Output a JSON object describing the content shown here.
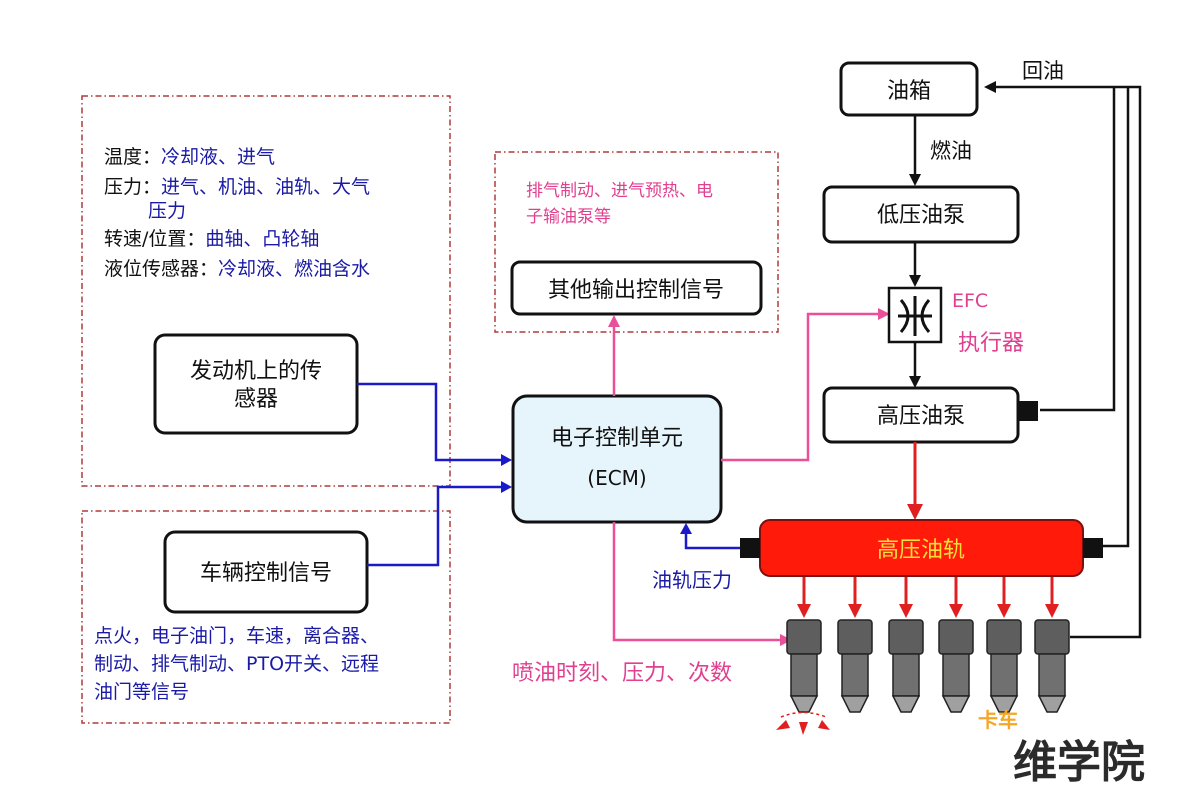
{
  "sensor_panel": {
    "lines": [
      {
        "label": "温度：",
        "value": "冷却液、进气"
      },
      {
        "label": "压力：",
        "value": "进气、机油、油轨、大气"
      },
      {
        "label": "",
        "value": "压力"
      },
      {
        "label": "转速/位置：",
        "value": "曲轴、凸轮轴"
      },
      {
        "label": "液位传感器：",
        "value": "冷却液、燃油含水"
      }
    ],
    "box_line1": "发动机上的传",
    "box_line2": "感器"
  },
  "vehicle_panel": {
    "box_label": "车辆控制信号",
    "lines": [
      "点火，电子油门，车速，离合器、",
      "制动、排气制动、PTO开关、远程",
      "油门等信号"
    ]
  },
  "output_panel": {
    "lines": [
      "排气制动、进气预热、电",
      "子输油泵等"
    ],
    "box_label": "其他输出控制信号"
  },
  "ecm": {
    "line1": "电子控制单元",
    "line2": "(ECM)"
  },
  "fuel_system": {
    "tank": "油箱",
    "fuel_label": "燃油",
    "return_label": "回油",
    "low_pump": "低压油泵",
    "efc_line1": "EFC",
    "efc_line2": "执行器",
    "high_pump": "高压油泵",
    "rail": "高压油轨",
    "rail_pressure": "油轨压力",
    "injection_label": "喷油时刻、压力、次数"
  },
  "colors": {
    "rail_red": "#ff1a0a",
    "injector_gray": "#6b6b6b",
    "pink": "#e0408f",
    "blue": "#1a1aa6"
  },
  "watermark": {
    "small": "卡车",
    "large": "维学院"
  }
}
